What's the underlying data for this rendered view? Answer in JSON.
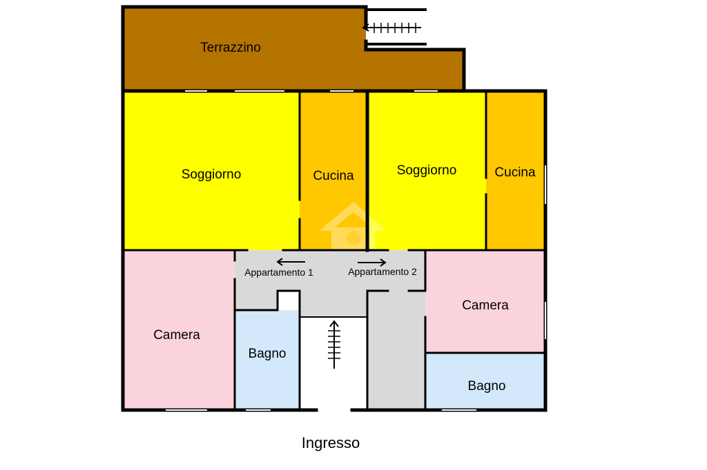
{
  "plan": {
    "rooms": {
      "terrazzino": "Terrazzino",
      "soggiorno_1": "Soggiorno",
      "cucina_1": "Cucina",
      "soggiorno_2": "Soggiorno",
      "cucina_2": "Cucina",
      "camera_1": "Camera",
      "bagno_1": "Bagno",
      "camera_2": "Camera",
      "bagno_2": "Bagno"
    },
    "hall_labels": {
      "appartamento_1": "Appartamento 1",
      "appartamento_2": "Appartamento 2"
    },
    "entrance": "Ingresso"
  },
  "colors": {
    "terrace": "#b57300",
    "living": "#ffff00",
    "kitchen": "#ffc800",
    "bedroom": "#fbd3dc",
    "bathroom": "#d3e9fb",
    "hall": "#d9d9d9",
    "wall": "#000000"
  }
}
